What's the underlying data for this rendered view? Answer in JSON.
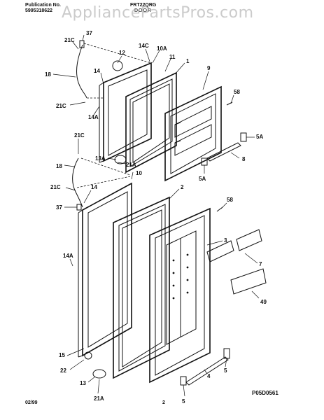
{
  "header": {
    "publication_label": "Publication No.",
    "publication_number": "5995318622",
    "model": "FRT22QRG",
    "section": "DOOR"
  },
  "watermark": "AppliancePartsPros.com",
  "footer": {
    "date": "02/99",
    "page": "2",
    "ref_code": "P05D0561"
  },
  "callouts": {
    "c37a": "37",
    "c21Ca": "21C",
    "c12": "12",
    "c14Ca": "14C",
    "c10Aa": "10A",
    "c11": "11",
    "c1": "1",
    "c9": "9",
    "c18a": "18",
    "c14a": "14",
    "c58a": "58",
    "c21Cb": "21C",
    "c14Aa": "14A",
    "c21Cc": "21C",
    "c13A": "13A",
    "c21Ab": "21A",
    "c18b": "18",
    "c10b": "10",
    "c5Aa": "5A",
    "c8": "8",
    "c5Ab": "5A",
    "c21Cd": "21C",
    "c14b": "14",
    "c2": "2",
    "c37b": "37",
    "c58b": "58",
    "c14Ab": "14A",
    "c3": "3",
    "c7": "7",
    "c49": "49",
    "c15": "15",
    "c22": "22",
    "c13": "13",
    "c21Ac": "21A",
    "c5a": "5",
    "c4": "4",
    "c5b": "5"
  }
}
